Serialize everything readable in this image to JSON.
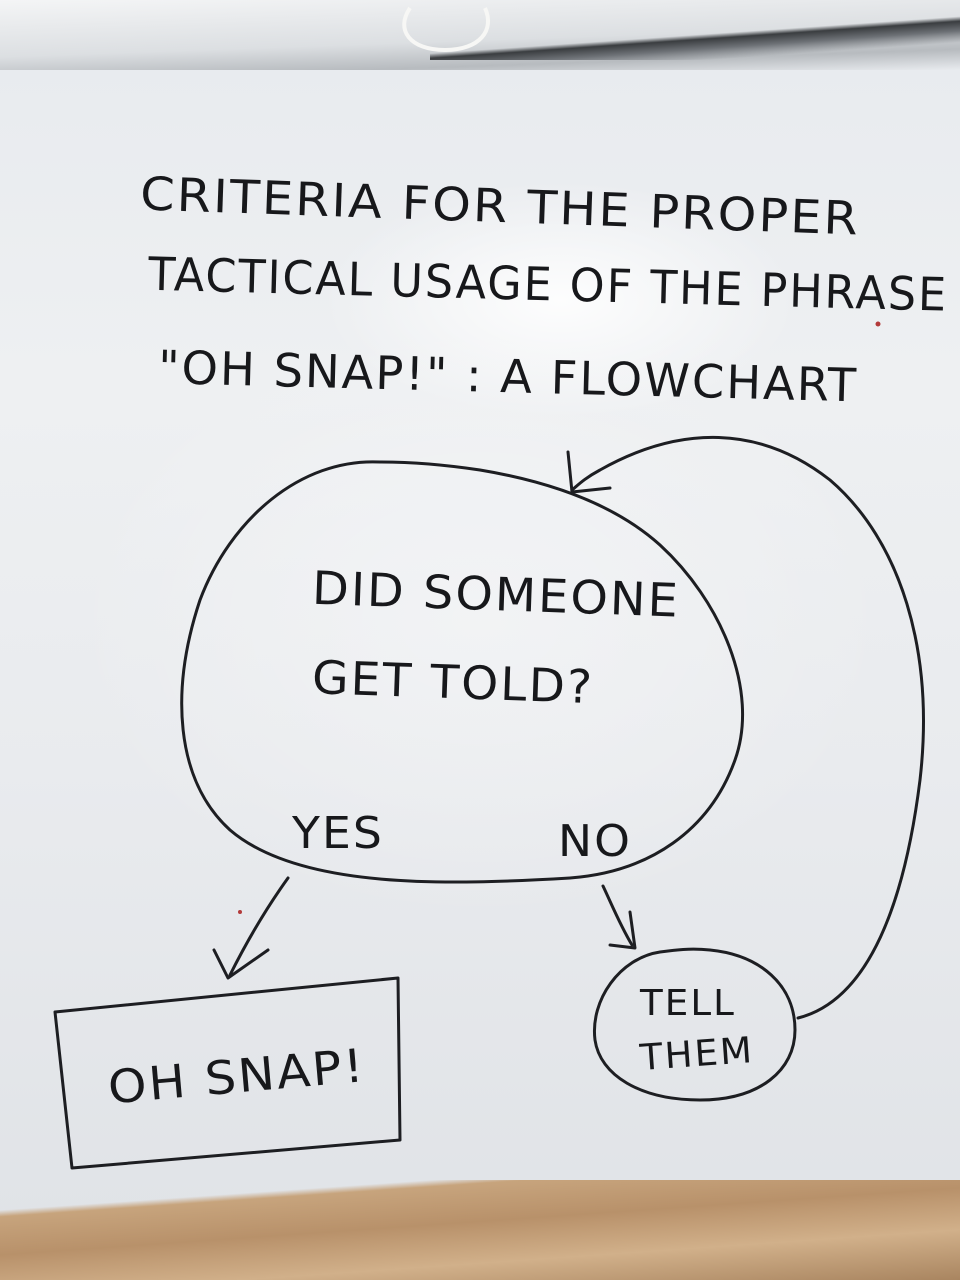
{
  "diagram": {
    "title": {
      "line1": "CRITERIA FOR THE PROPER",
      "line2": "TACTICAL USAGE OF THE PHRASE",
      "line3": "\"OH SNAP!\" : A FLOWCHART"
    },
    "decision": {
      "line1": "DID SOMEONE",
      "line2": "GET TOLD?"
    },
    "branches": {
      "yes": "YES",
      "no": "NO"
    },
    "outcome_yes": "OH SNAP!",
    "outcome_no": {
      "line1": "TELL",
      "line2": "THEM"
    },
    "ink_color": "#1d1e22",
    "board_color": "#eceef1"
  }
}
